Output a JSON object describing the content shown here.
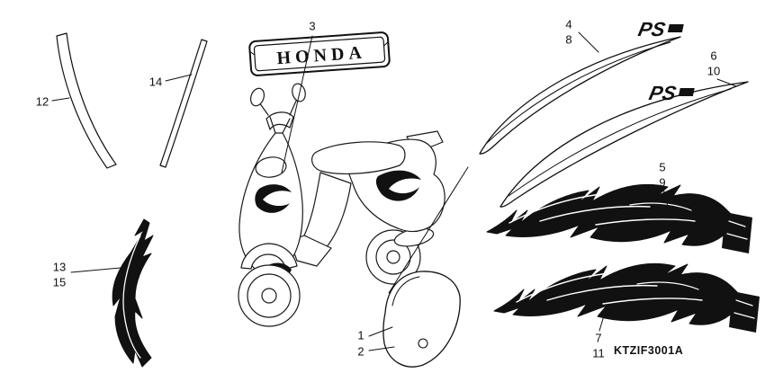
{
  "diagram": {
    "drawing_code": "KTZIF3001A",
    "emblem_text": "HONDA",
    "ps_logo_text": "PS",
    "callouts": [
      "1",
      "2",
      "3",
      "4",
      "5",
      "6",
      "7",
      "8",
      "9",
      "10",
      "11",
      "12",
      "13",
      "14",
      "15"
    ]
  }
}
